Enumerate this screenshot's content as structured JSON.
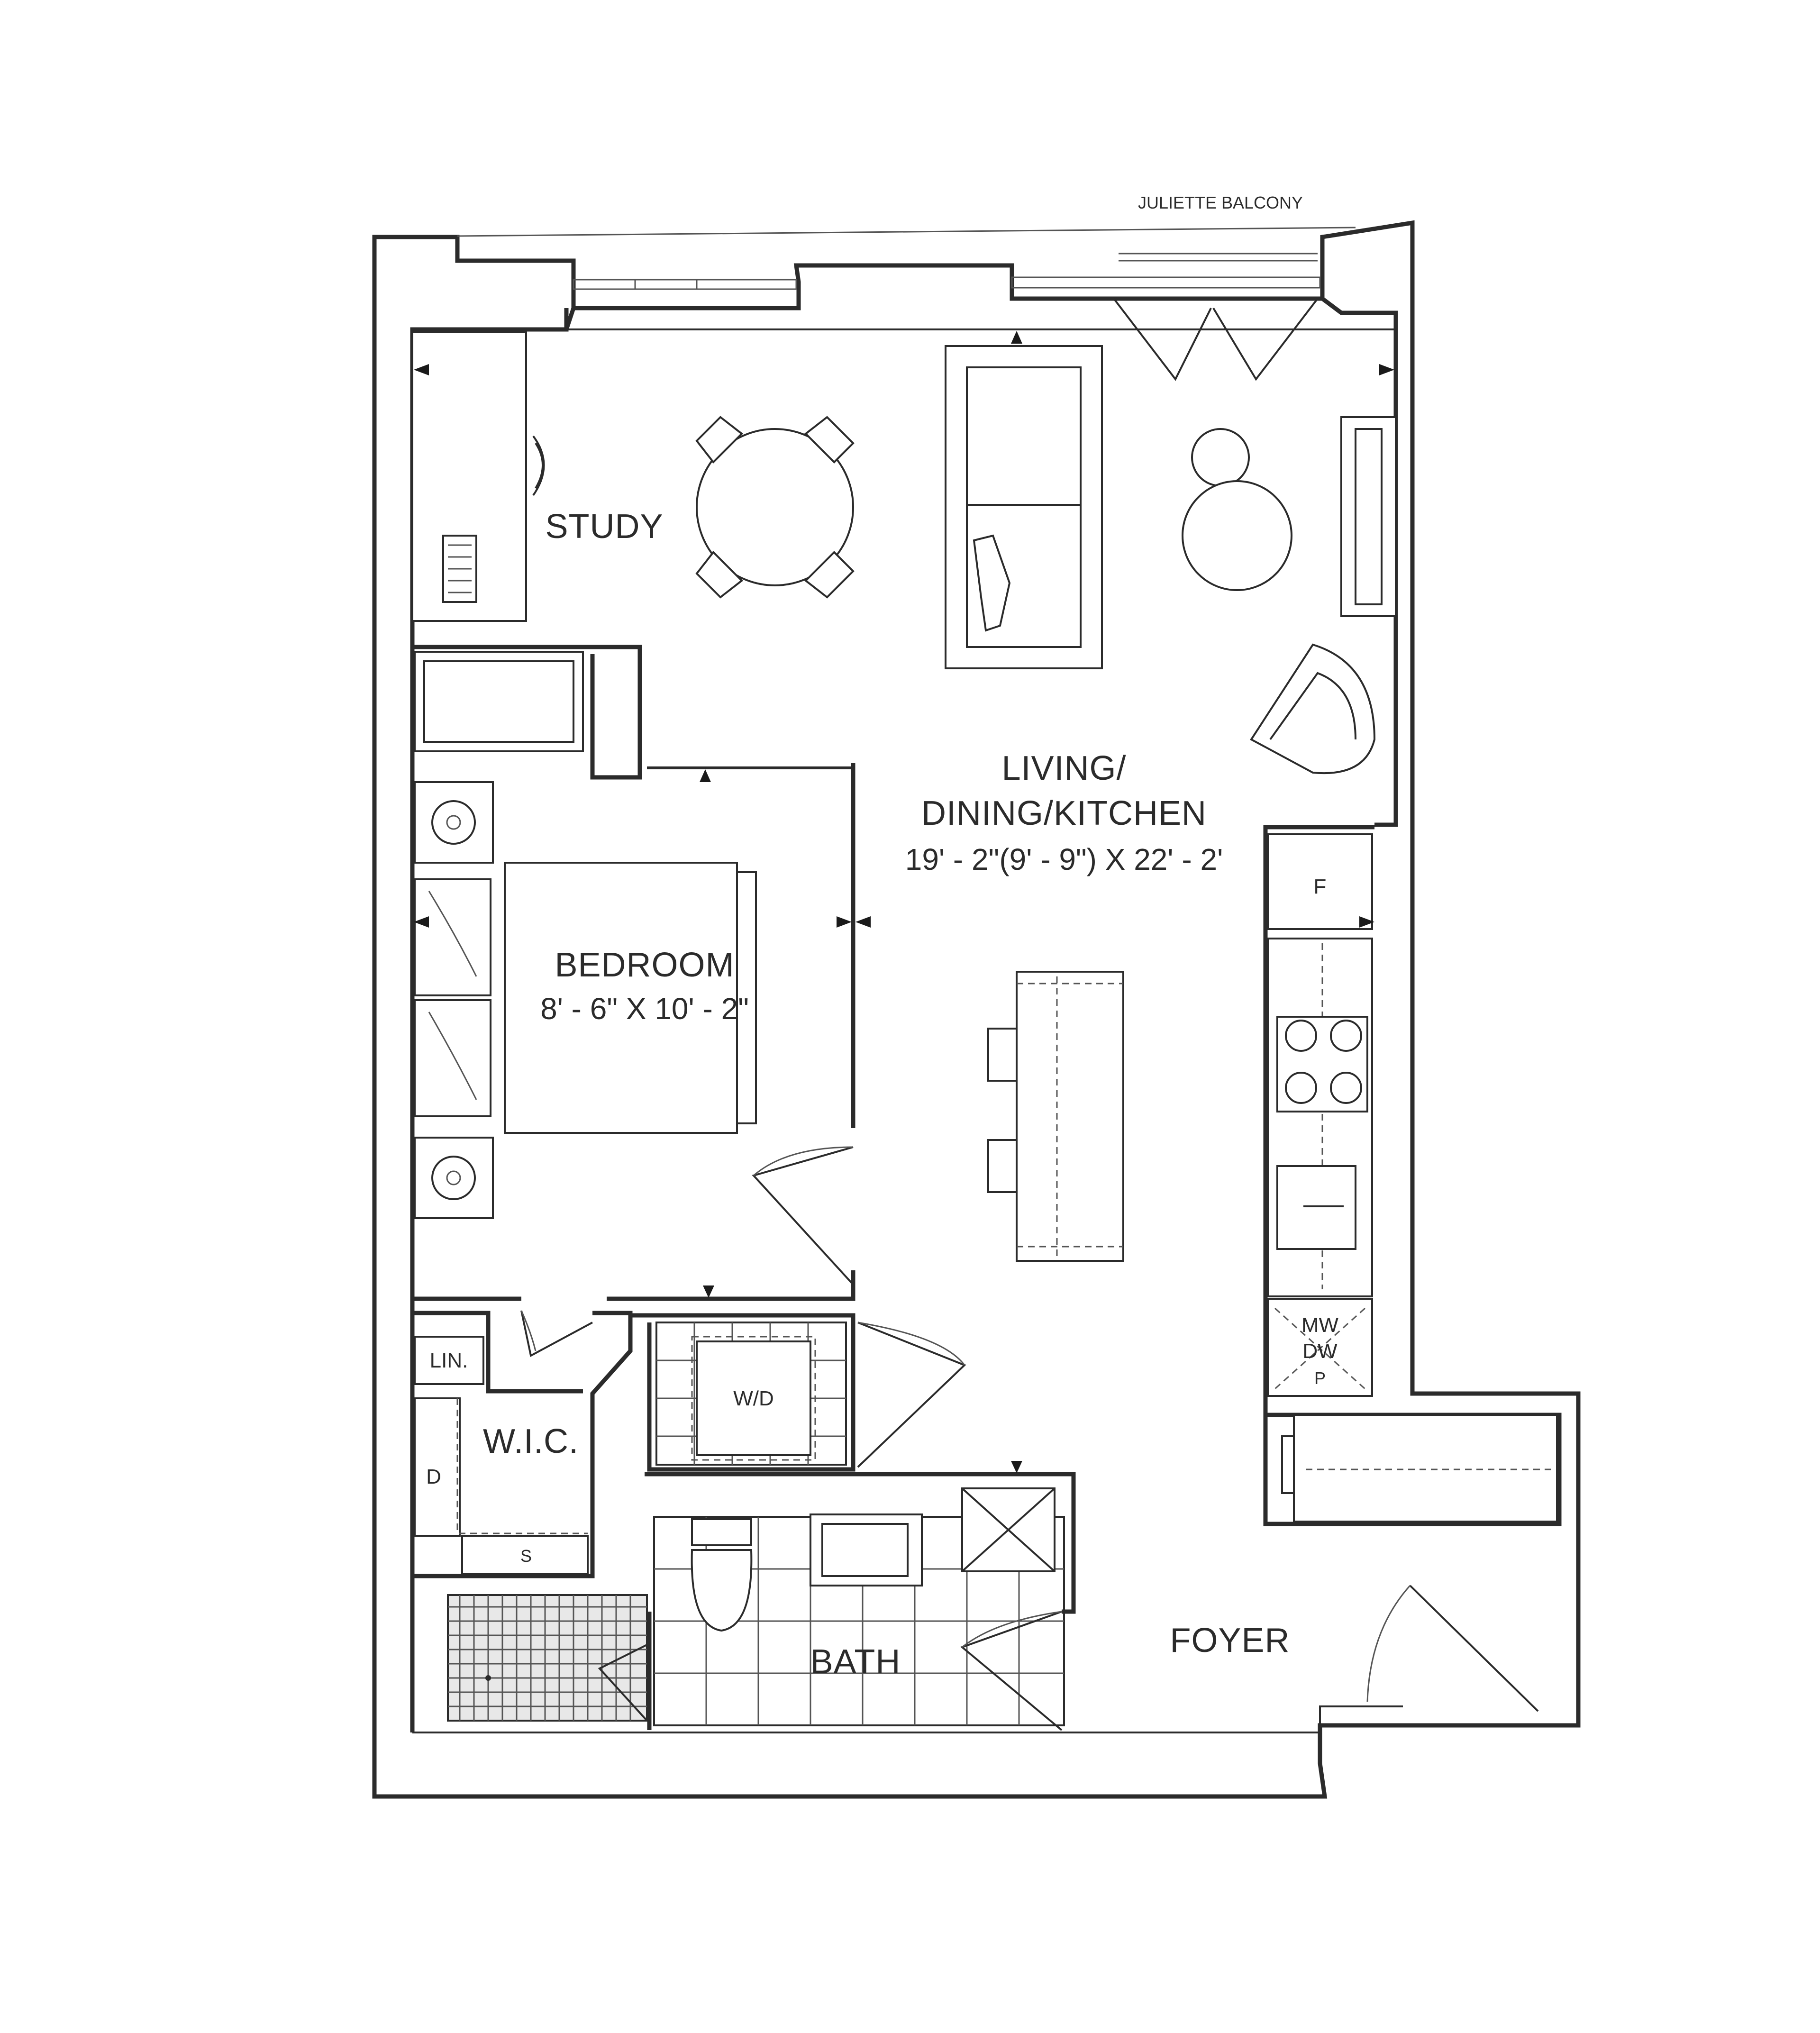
{
  "plan": {
    "balcony_label": "JULIETTE BALCONY",
    "rooms": {
      "study": "STUDY",
      "living_line1": "LIVING/",
      "living_line2": "DINING/KITCHEN",
      "living_dims": "19' - 2\"(9' - 9\") X 22' - 2'",
      "bedroom": "BEDROOM",
      "bedroom_dims": "8' - 6\" X 10' - 2\"",
      "wic": "W.I.C.",
      "bath": "BATH",
      "foyer": "FOYER"
    },
    "fixtures": {
      "linen": "LIN.",
      "washer_dryer": "W/D",
      "fridge": "F",
      "microwave": "MW",
      "dishwasher": "DW",
      "pantry": "P",
      "drawer": "D",
      "shelf": "S"
    }
  }
}
